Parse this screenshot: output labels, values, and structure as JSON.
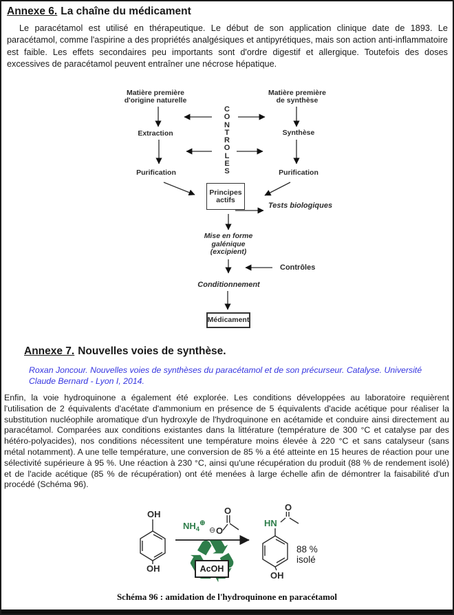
{
  "colors": {
    "accent_green": "#2e7d4a",
    "citation_blue": "#3535e0"
  },
  "annex6": {
    "label": "Annexe 6.",
    "title": "La chaîne du médicament",
    "paragraph": "Le paracétamol est utilisé en thérapeutique. Le début de son application clinique date de 1893. Le paracétamol, comme l'aspirine a des propriétés analgésiques et antipyrétiques, mais son action anti-inflammatoire est faible. Les effets secondaires peu importants sont d'ordre digestif et allergique. Toutefois des doses excessives de paracétamol peuvent entraîner une nécrose hépatique."
  },
  "flowchart": {
    "matiere_naturelle": "Matière première d'origine naturelle",
    "matiere_synthese": "Matière première de synthèse",
    "controles_vertical": "CONTROLES",
    "extraction": "Extraction",
    "synthese": "Synthèse",
    "purification_gauche": "Purification",
    "purification_droite": "Purification",
    "principes_actifs": "Principes actifs",
    "tests_biologiques": "Tests biologiques",
    "mise_en_forme": "Mise en forme galénique (excipient)",
    "controles": "Contrôles",
    "conditionnement": "Conditionnement",
    "medicament": "Médicament"
  },
  "annex7": {
    "label": "Annexe 7.",
    "title": "Nouvelles voies de synthèse.",
    "citation": "Roxan Joncour. Nouvelles voies de synthèses du paracétamol et de son précurseur. Catalyse. Université Claude Bernard - Lyon I, 2014.",
    "paragraph": "Enfin, la voie hydroquinone a également été explorée. Les conditions développées au laboratoire requièrent l'utilisation de 2 équivalents d'acétate d'ammonium en présence de 5 équivalents d'acide acétique pour réaliser la substitution nucléophile aromatique d'un hydroxyle de l'hydroquinone en acétamide et conduire ainsi directement au paracétamol. Comparées aux conditions existantes dans la littérature (température de 300 °C et catalyse par des hétéro-polyacides), nos conditions nécessitent une température moins élevée à 220 °C et sans catalyseur (sans métal notamment). A une telle température, une conversion de 85 % a été atteinte en 15 heures de réaction pour une sélectivité supérieure à 95 %. Une réaction à 230 °C, ainsi qu'une récupération du produit (88 % de rendement isolé) et de l'acide acétique (85 % de récupération) ont été menées à large échelle afin de démontrer la faisabilité d'un procédé (Schéma 96)."
  },
  "scheme": {
    "oh": "OH",
    "hn": "HN",
    "nh": "NH",
    "sub_4": "4",
    "plus_charge": "⊕",
    "minus_charge": "⊖",
    "o": "O",
    "acoh": "AcOH",
    "recycle_icon": "♻",
    "yield_value": "88 %",
    "yield_label": "isolé",
    "caption": "Schéma 96 : amidation de l'hydroquinone en paracétamol"
  }
}
